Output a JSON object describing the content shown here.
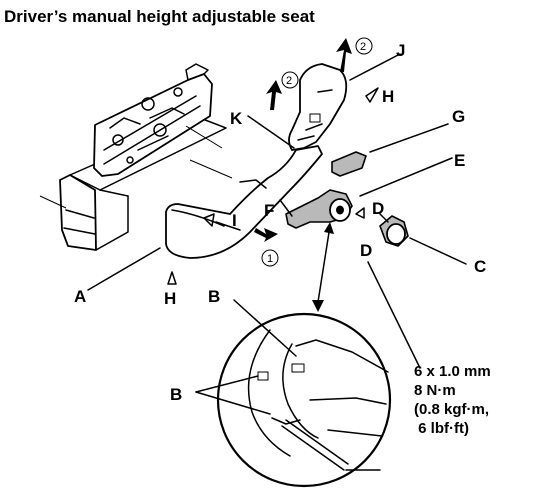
{
  "title": "Driver’s manual height adjustable seat",
  "labels": {
    "a": "A",
    "b": "B",
    "c": "C",
    "d": "D",
    "e": "E",
    "f": "F",
    "g": "G",
    "h": "H",
    "i": "I",
    "j": "J",
    "k": "K"
  },
  "steps": {
    "one": "1",
    "two": "2"
  },
  "spec": {
    "line1": "6 x 1.0 mm",
    "line2": "8 N·m",
    "line3": "(0.8 kgf·m,",
    "line4": " 6 lbf·ft)"
  }
}
